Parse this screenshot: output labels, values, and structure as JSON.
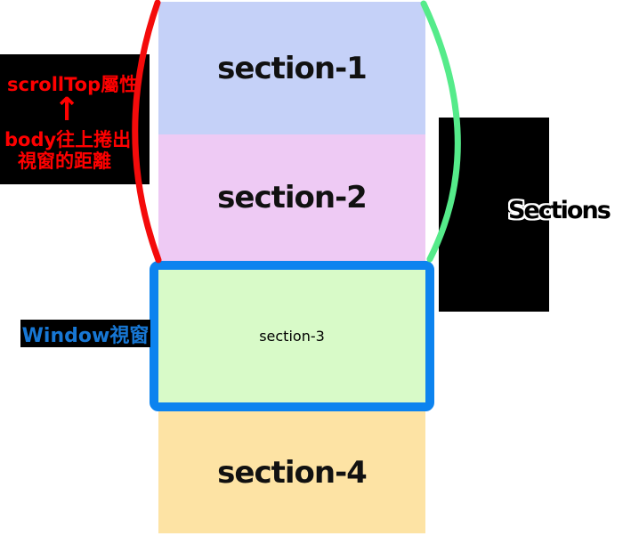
{
  "diagram": {
    "sections": [
      {
        "label": "section-1",
        "bg": "#c5d1f8"
      },
      {
        "label": "section-2",
        "bg": "#eecaf4"
      },
      {
        "label": "section-3",
        "bg": "#d8fac8"
      },
      {
        "label": "section-4",
        "bg": "#fde3a4"
      }
    ],
    "viewport": {
      "border_color": "#0c83ef"
    },
    "scrolltop_note": {
      "title": "scrollTop屬性",
      "arrow": "↑",
      "desc_line1": "body往上捲出",
      "desc_line2": "視窗的距離",
      "text_color": "#ff0000",
      "bg": "#000000"
    },
    "window_label": {
      "text": "Window視窗",
      "text_color": "#1777d4",
      "bg": "#000000"
    },
    "sections_label": {
      "text": "Sections",
      "fill": "#000000",
      "outline": "#ffffff"
    },
    "arcs": {
      "red_color": "#f40b0b",
      "green_color": "#55eb8a"
    }
  }
}
